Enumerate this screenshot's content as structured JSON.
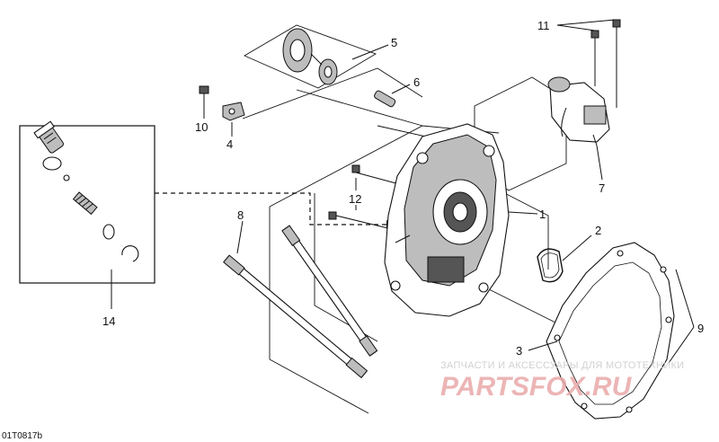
{
  "diagram_code": "01T0817b",
  "watermark": {
    "tagline": "ЗАПЧАСТИ И АКСЕССУАРЫ ДЛЯ МОТОТЕХНИКИ",
    "logo_text": "PARTSFOX.RU",
    "color": "#e9a9a9"
  },
  "callouts": {
    "c1": "1",
    "c2": "2",
    "c3": "3",
    "c4": "4",
    "c5": "5",
    "c6": "6",
    "c7": "7",
    "c8": "8",
    "c9": "9",
    "c10": "10",
    "c11": "11",
    "c12": "12",
    "c14": "14"
  }
}
